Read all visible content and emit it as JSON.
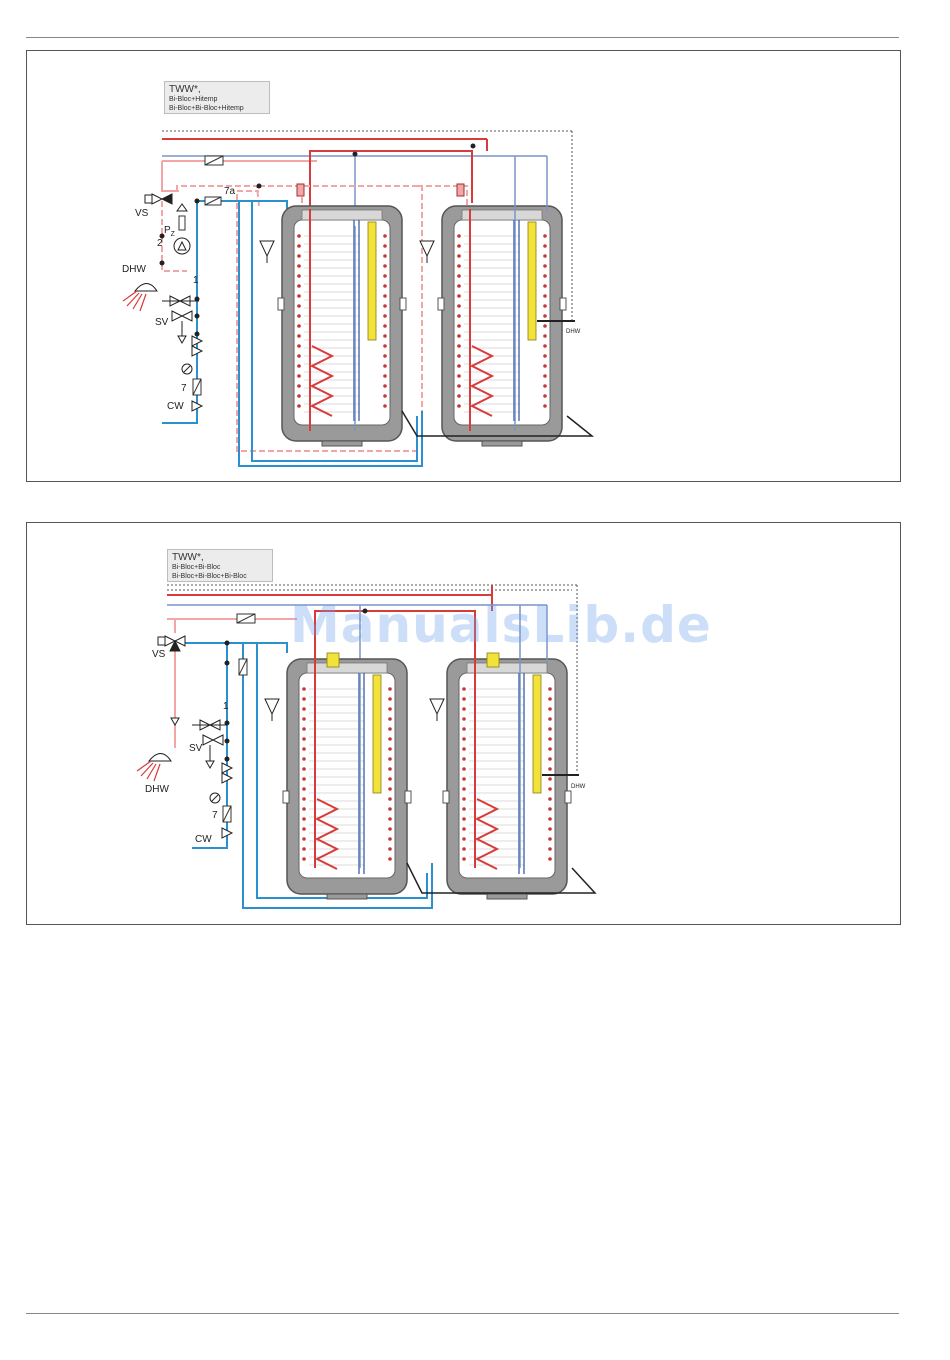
{
  "diagram1": {
    "legend": [
      "TWW*,",
      "Bi-Bloc+Hitemp",
      "Bi-Bloc+Bi-Bloc+Hitemp"
    ],
    "labels": {
      "vs": "VS",
      "pz": "P",
      "pz_sub": "Z",
      "two": "2",
      "dhw": "DHW",
      "one": "1",
      "sv": "SV",
      "seven": "7",
      "cw": "CW",
      "seven_a": "7a",
      "t_dhw": "DHW"
    }
  },
  "diagram2": {
    "legend": [
      "TWW*,",
      "Bi-Bloc+Bi-Bloc",
      "Bi-Bloc+Bi-Bloc+Bi-Bloc"
    ],
    "labels": {
      "vs": "VS",
      "one": "1",
      "sv": "SV",
      "dhw": "DHW",
      "seven": "7",
      "cw": "CW",
      "t_dhw": "DHW"
    }
  },
  "watermark": "ManualsLib.de",
  "colors": {
    "hot": "#d93a3a",
    "hot_light": "#f2a6a6",
    "cold": "#2b8fd0",
    "return": "#7a94c8",
    "tank": "#9a9a9a",
    "heater": "#f2e33a"
  }
}
